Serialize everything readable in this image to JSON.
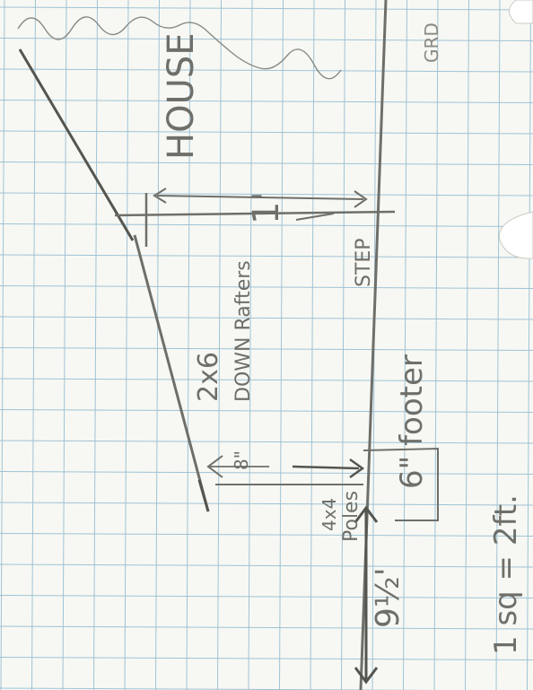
{
  "sheet": {
    "paper_color": "#f7f8f3",
    "grid_color": "#9fc2d6",
    "pencil_color": "#6f6f6a",
    "hole_color": "#ffffff"
  },
  "labels": {
    "house": "HOUSE",
    "grade": "GRD",
    "step": "STEP",
    "step_height": "1'",
    "rafters_size": "2x6",
    "rafters_desc": "DOWN Rafters",
    "rafter_end_height": "8\"",
    "footer": "6\" footer",
    "poles_size": "4x4",
    "poles_word": "Poles",
    "depth": "9½'",
    "scale": "1 sq = 2ft."
  }
}
